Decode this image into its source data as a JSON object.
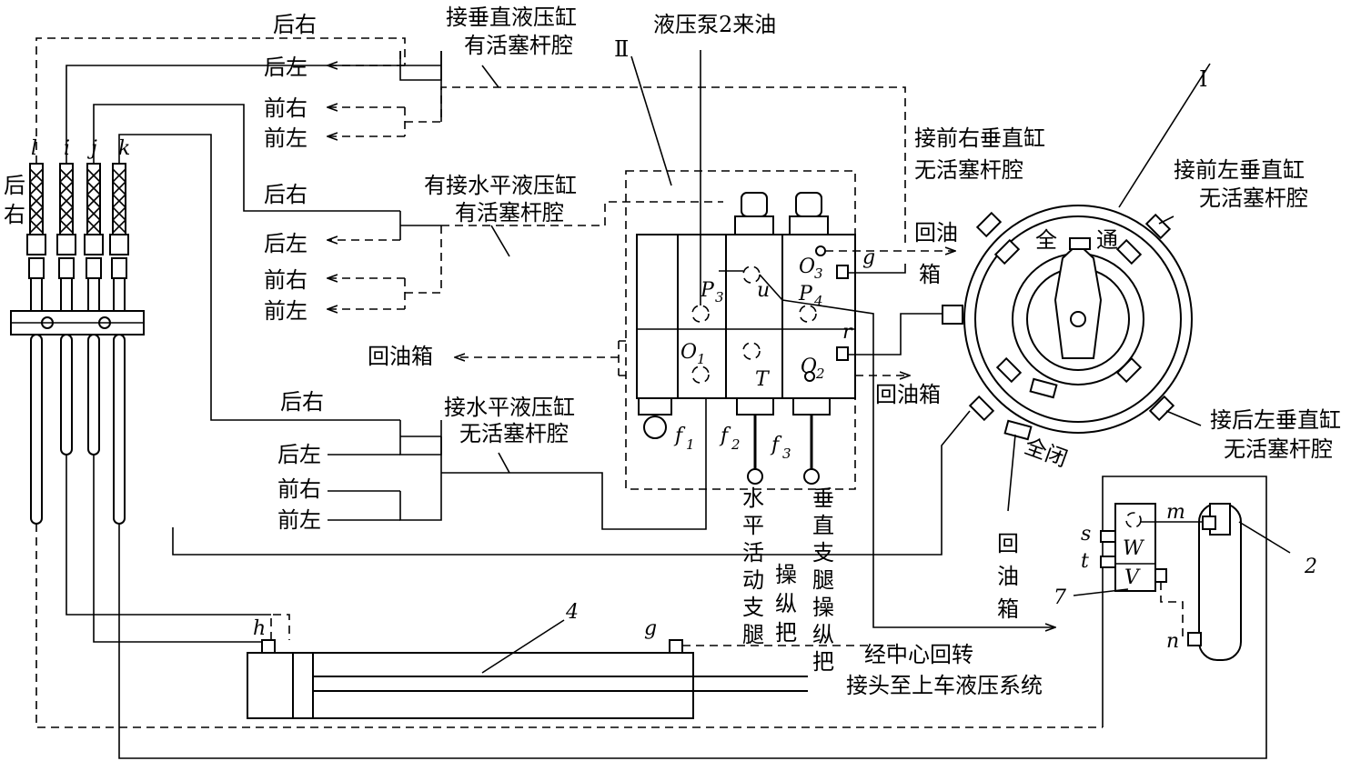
{
  "labels": {
    "top_back_right": "后右",
    "vert_rod_1": "接垂直液压缸",
    "vert_rod_2": "有活塞杆腔",
    "pump_oil": "液压泵2来油",
    "roman_II": "Ⅱ",
    "roman_I": "Ⅰ",
    "g1_back_left": "后左",
    "g1_front_right": "前右",
    "g1_front_left": "前左",
    "g2_back_right": "后右",
    "g2_back_left": "后左",
    "g2_front_right": "前右",
    "g2_front_left": "前左",
    "horiz_rod_1": "有接水平液压缸",
    "horiz_rod_2": "有活塞杆腔",
    "return_tank_left": "回油箱",
    "return_tank_mid": "回油箱",
    "return_oil_top": "回油",
    "return_tank_top": "箱",
    "g3_back_right": "后右",
    "g3_back_left": "后左",
    "g3_front_right": "前右",
    "g3_front_left": "前左",
    "horiz_norod_1": "接水平液压缸",
    "horiz_norod_2": "无活塞杆腔",
    "fr_vert_1": "接前右垂直缸",
    "fr_vert_2": "无活塞杆腔",
    "fl_vert_1": "接前左垂直缸",
    "fl_vert_2": "无活塞杆腔",
    "bl_vert_1": "接后左垂直缸",
    "bl_vert_2": "无活塞杆腔",
    "all_open_1": "全",
    "all_open_2": "通",
    "all_closed": "全闭",
    "side_back_right_1": "后",
    "side_back_right_2": "右",
    "return_vertical_1": "回",
    "return_vertical_2": "油",
    "return_vertical_3": "箱",
    "h_lever_1": "水",
    "h_lever_2": "平",
    "h_lever_3": "活",
    "h_lever_4": "动",
    "h_lever_5": "支",
    "h_lever_6": "腿",
    "h_lever_7": "操",
    "h_lever_8": "纵",
    "h_lever_9": "把",
    "v_lever_1": "垂",
    "v_lever_2": "直",
    "v_lever_3": "支",
    "v_lever_4": "腿",
    "v_lever_5": "操",
    "v_lever_6": "纵",
    "v_lever_7": "把",
    "center_joint_1": "经中心回转",
    "center_joint_2": "接头至上车液压系统"
  },
  "letters": {
    "l": "l",
    "i": "i",
    "j": "j",
    "k": "k",
    "P3": "P",
    "P3s": "3",
    "P4": "P",
    "P4s": "4",
    "O3": "O",
    "O3s": "3",
    "O1": "O",
    "O1s": "1",
    "O2": "O",
    "O2s": "2",
    "u": "u",
    "T": "T",
    "g_valve": "g",
    "r": "r",
    "f1": "f",
    "f1s": "1",
    "f2": "f",
    "f2s": "2",
    "f3": "f",
    "f3s": "3",
    "h": "h",
    "g_cyl": "g",
    "n4": "4",
    "m": "m",
    "s": "s",
    "t": "t",
    "W": "W",
    "V": "V",
    "n7": "7",
    "n2": "2",
    "n": "n"
  }
}
